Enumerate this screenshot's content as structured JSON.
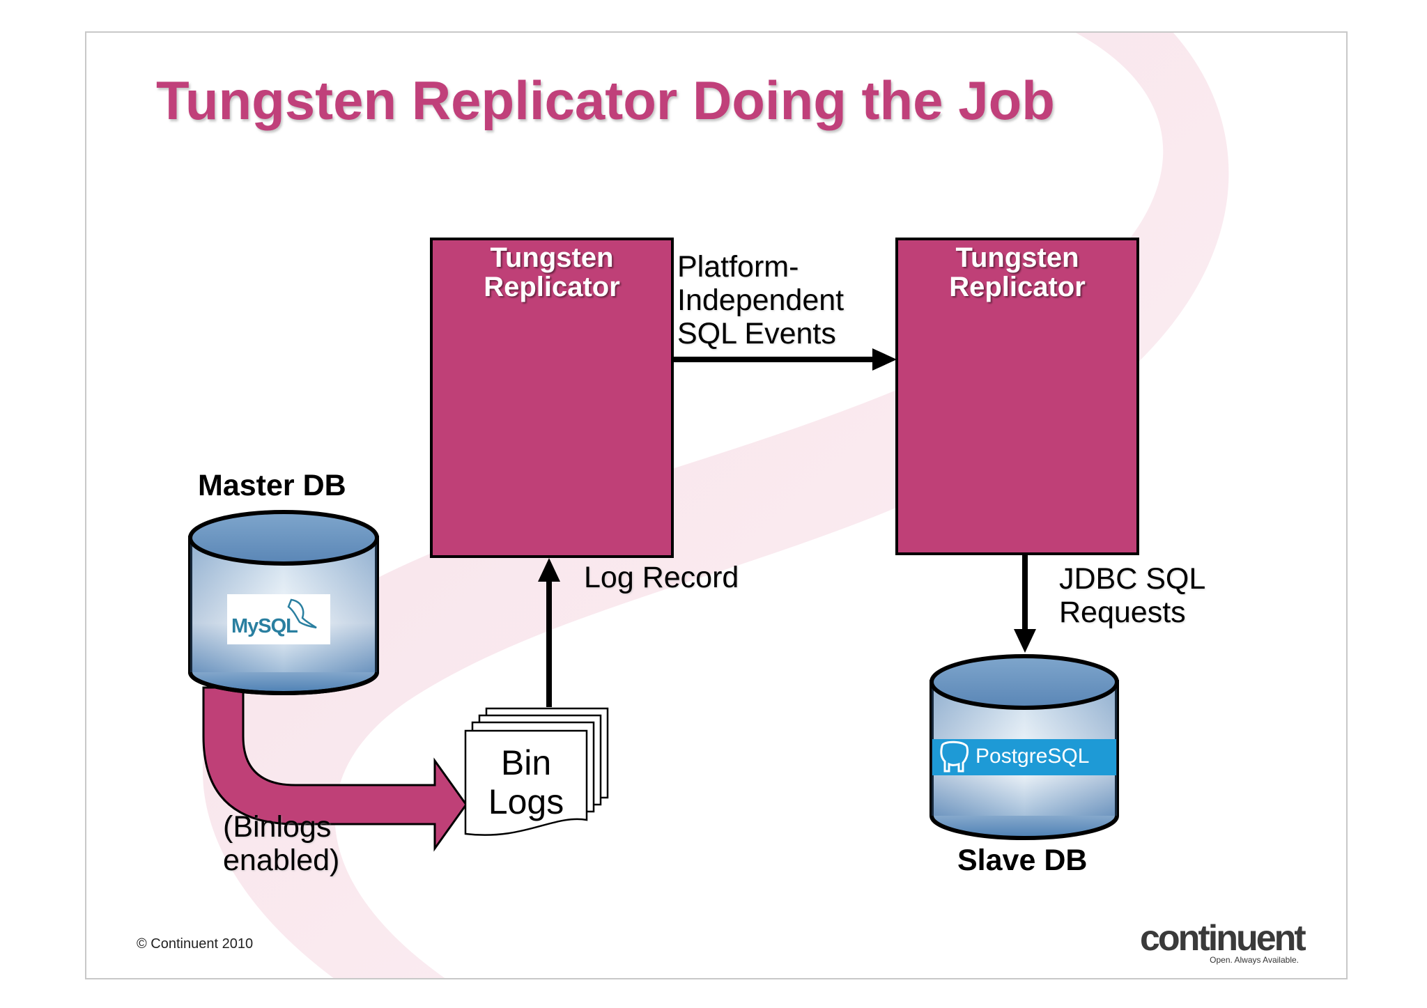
{
  "title": "Tungsten Replicator Doing the Job",
  "replicator_left": {
    "line1": "Tungsten",
    "line2": "Replicator"
  },
  "replicator_right": {
    "line1": "Tungsten",
    "line2": "Replicator"
  },
  "events_label": {
    "line1": "Platform-",
    "line2": "Independent",
    "line3": "SQL Events"
  },
  "log_record_label": "Log Record",
  "jdbc_label": {
    "line1": "JDBC SQL",
    "line2": "Requests"
  },
  "master_db_label": "Master DB",
  "slave_db_label": "Slave DB",
  "binlogs_note": {
    "line1": "(Binlogs",
    "line2": "enabled)"
  },
  "bin_logs": {
    "line1": "Bin",
    "line2": "Logs"
  },
  "mysql_logo_text": "MySQL",
  "postgres_logo_text": "PostgreSQL",
  "copyright": "© Continuent 2010",
  "brand": {
    "name": "continuent",
    "tagline": "Open. Always Available."
  },
  "colors": {
    "accent": "#c0407a",
    "box": "#bf4077",
    "postgres": "#1e9ad6",
    "mysql": "#2a7fa0"
  }
}
